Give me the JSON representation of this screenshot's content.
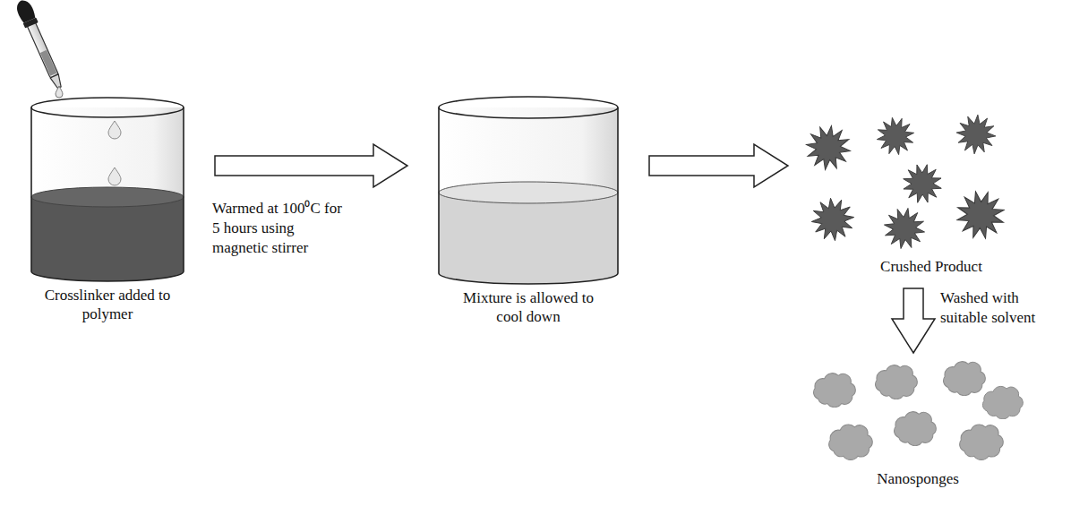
{
  "diagram": {
    "nodes": [
      {
        "text": [
          "Crosslinker added to polymer"
        ]
      },
      {
        "text": [
          "Mixture is allowed to cool down"
        ]
      },
      {
        "text": [
          "Crushed Product"
        ]
      },
      {
        "text": [
          "Nanosponges"
        ]
      }
    ],
    "edges": [
      {
        "from": 0,
        "to": 1,
        "arrow": "to",
        "label": "Warmed at 100⁰C for 5 hours using magnetic stirrer"
      },
      {
        "from": 1,
        "to": 2,
        "arrow": "to"
      },
      {
        "from": 2,
        "to": 3,
        "arrow": "to",
        "label": "Washed with suitable solvent"
      }
    ]
  }
}
